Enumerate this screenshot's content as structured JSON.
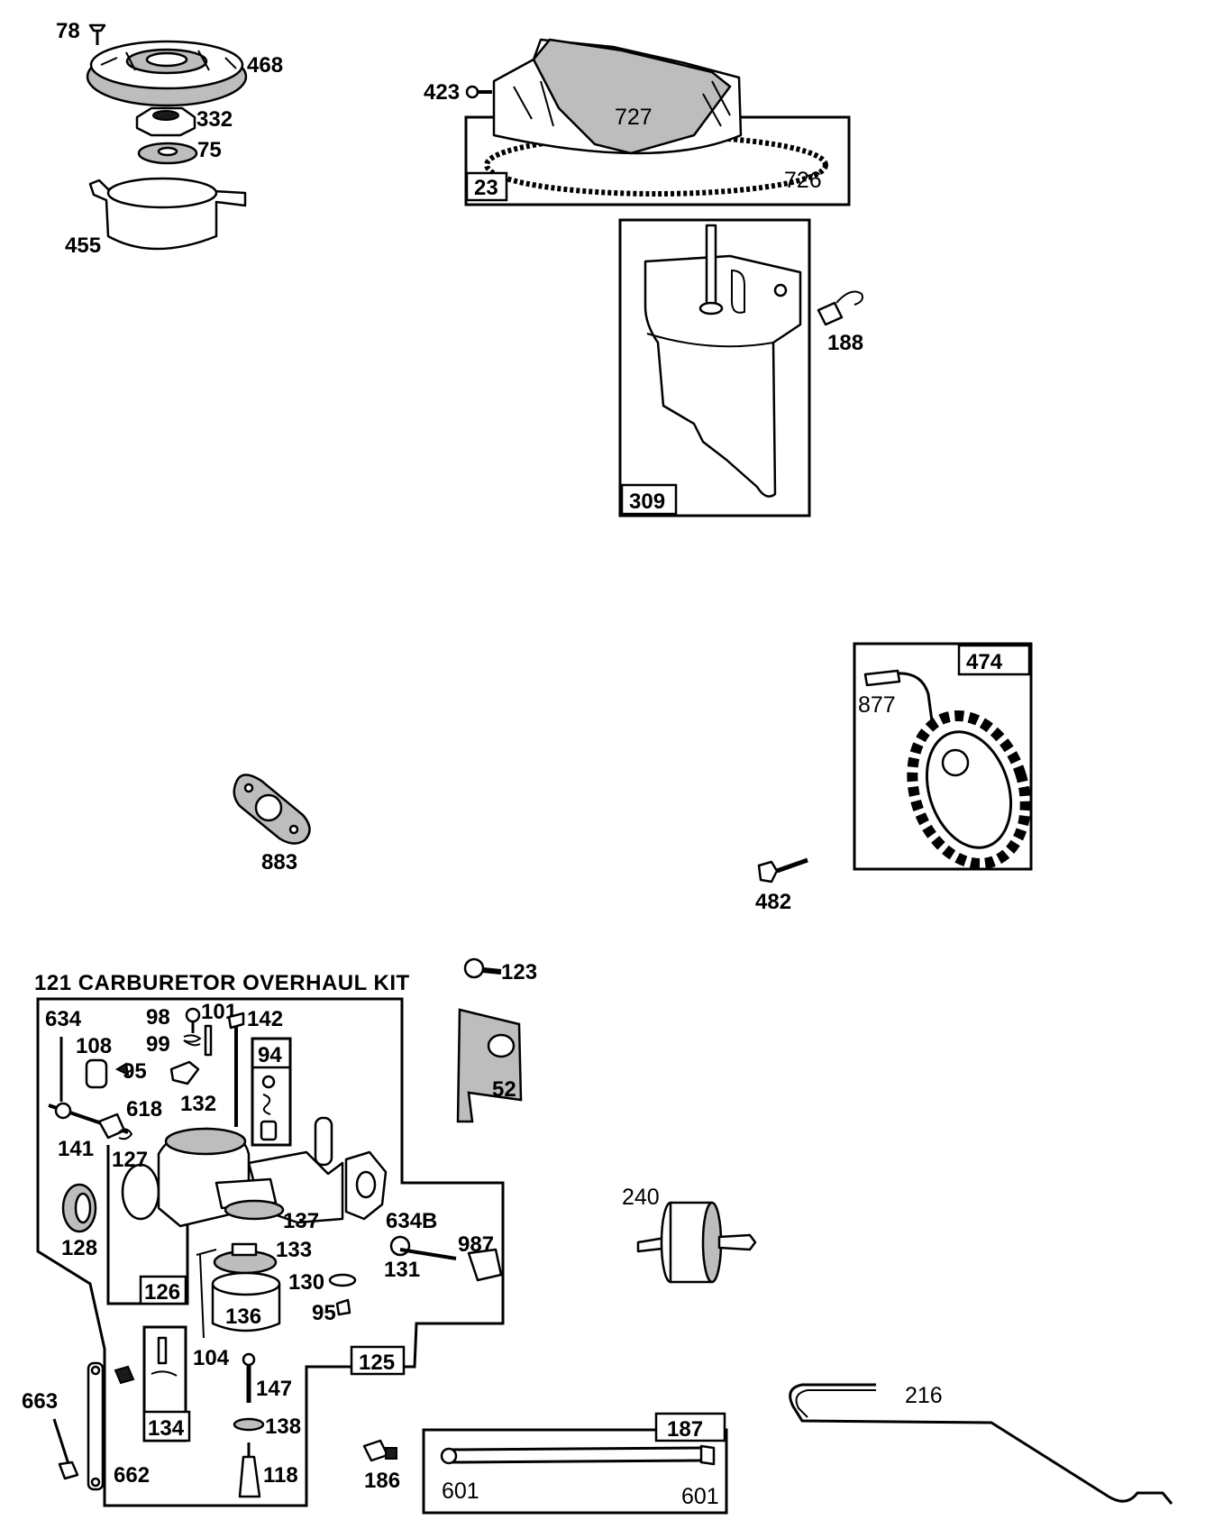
{
  "labels": {
    "p78": "78",
    "p468": "468",
    "p332": "332",
    "p75": "75",
    "p455": "455",
    "p423": "423",
    "p727": "727",
    "p23": "23",
    "p726": "726",
    "p188": "188",
    "p309": "309",
    "p474": "474",
    "p877": "877",
    "p883": "883",
    "p482": "482",
    "p123": "123",
    "p52": "52",
    "p634": "634",
    "p98": "98",
    "p101": "101",
    "p142": "142",
    "p108": "108",
    "p99": "99",
    "p94": "94",
    "p95a": "95",
    "p132": "132",
    "p618": "618",
    "p141": "141",
    "p127": "127",
    "p128": "128",
    "p137": "137",
    "p634b": "634B",
    "p987": "987",
    "p133": "133",
    "p131": "131",
    "p126": "126",
    "p130": "130",
    "p95b": "95",
    "p136": "136",
    "p104": "104",
    "p125": "125",
    "p147": "147",
    "p663": "663",
    "p134": "134",
    "p138": "138",
    "p118": "118",
    "p662": "662",
    "p186": "186",
    "p601a": "601",
    "p601b": "601",
    "p187": "187",
    "p240": "240",
    "p216": "216"
  },
  "kit_title": "121 CARBURETOR OVERHAUL KIT"
}
